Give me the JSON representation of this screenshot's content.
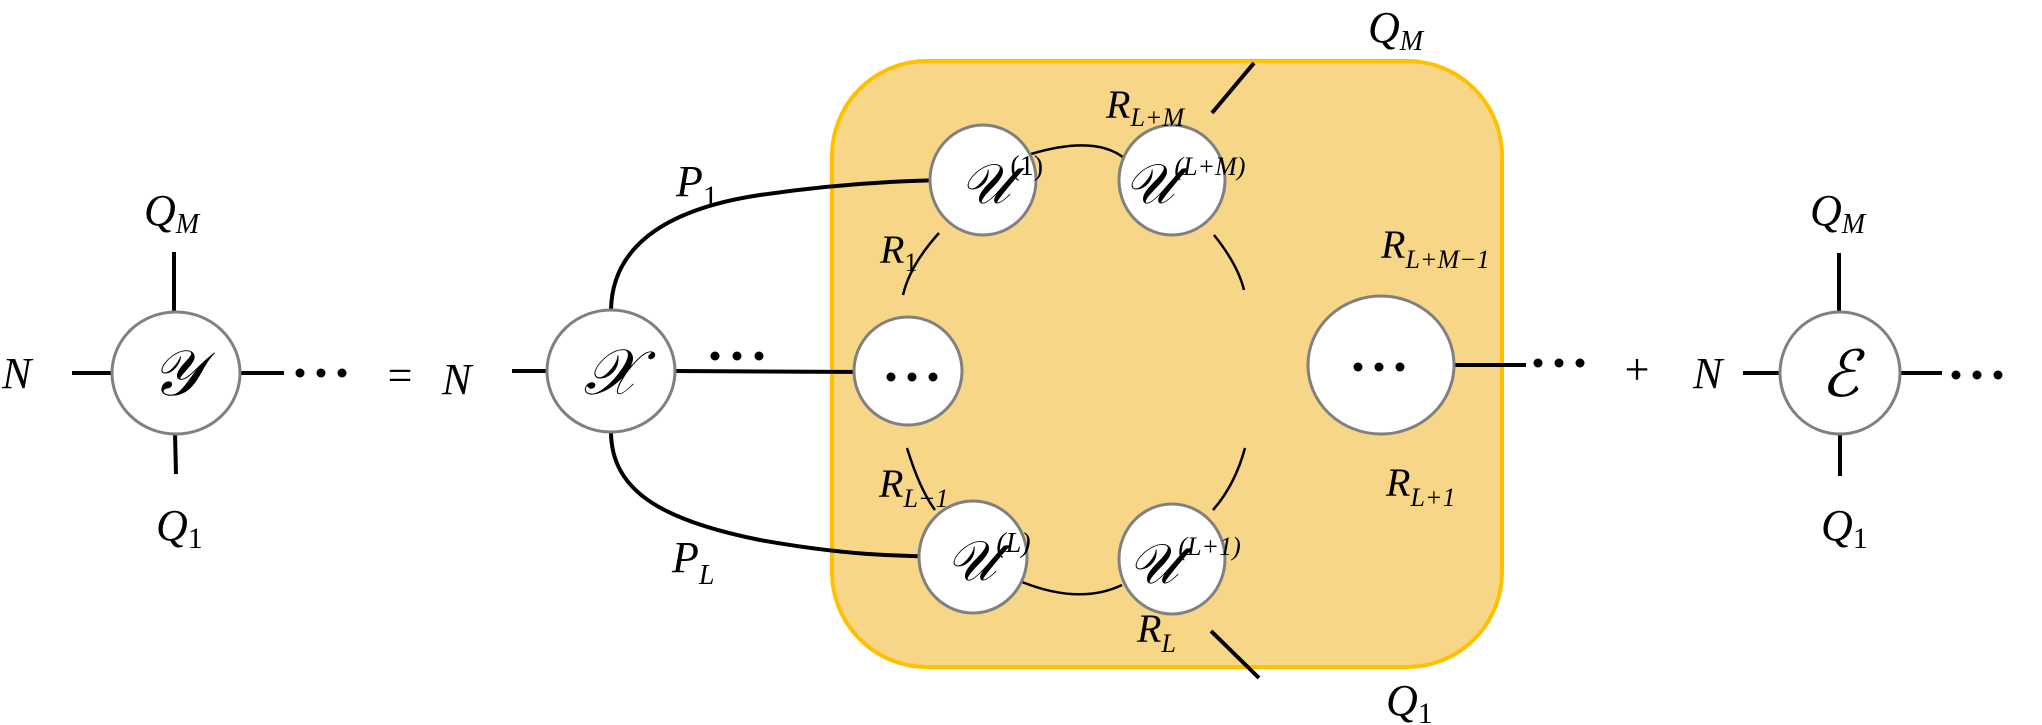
{
  "equation": {
    "operators": {
      "equals": "=",
      "plus": "+"
    },
    "ellipsis": "⋯"
  },
  "lhs": {
    "tensor": {
      "symbol": "𝒴",
      "name": "Y"
    },
    "legs": {
      "left": "N",
      "top": {
        "base": "Q",
        "sub": "M"
      },
      "bottom": {
        "base": "Q",
        "sub": "1"
      }
    }
  },
  "core": {
    "tensor": {
      "symbol": "𝒳",
      "name": "X"
    },
    "left_leg": "N",
    "factor_edges": [
      {
        "base": "P",
        "sub": "1"
      },
      {
        "base": "P",
        "sub": "L"
      }
    ]
  },
  "ring": {
    "colors": {
      "fill": "#f7d687",
      "border": "#ffc000"
    },
    "nodes": [
      {
        "id": "u1",
        "base": "𝒰",
        "sup": "(1)"
      },
      {
        "id": "uLM",
        "base": "𝒰",
        "sup": "(L+M)"
      },
      {
        "id": "dotsLeft",
        "base": "⋯",
        "sup": ""
      },
      {
        "id": "dotsRight",
        "base": "⋯",
        "sup": ""
      },
      {
        "id": "uL",
        "base": "𝒰",
        "sup": "(L)"
      },
      {
        "id": "uL1",
        "base": "𝒰",
        "sup": "(L+1)"
      }
    ],
    "ranks": [
      {
        "base": "R",
        "sub": "L+M"
      },
      {
        "base": "R",
        "sub": "1"
      },
      {
        "base": "R",
        "sub": "L+M−1"
      },
      {
        "base": "R",
        "sub": "L−1"
      },
      {
        "base": "R",
        "sub": "L+1"
      },
      {
        "base": "R",
        "sub": "L"
      }
    ],
    "outer_legs": {
      "top": {
        "base": "Q",
        "sub": "M"
      },
      "bottom": {
        "base": "Q",
        "sub": "1"
      }
    }
  },
  "noise": {
    "tensor": {
      "symbol": "ℰ",
      "name": "E"
    },
    "legs": {
      "left": "N",
      "top": {
        "base": "Q",
        "sub": "M"
      },
      "bottom": {
        "base": "Q",
        "sub": "1"
      }
    }
  }
}
